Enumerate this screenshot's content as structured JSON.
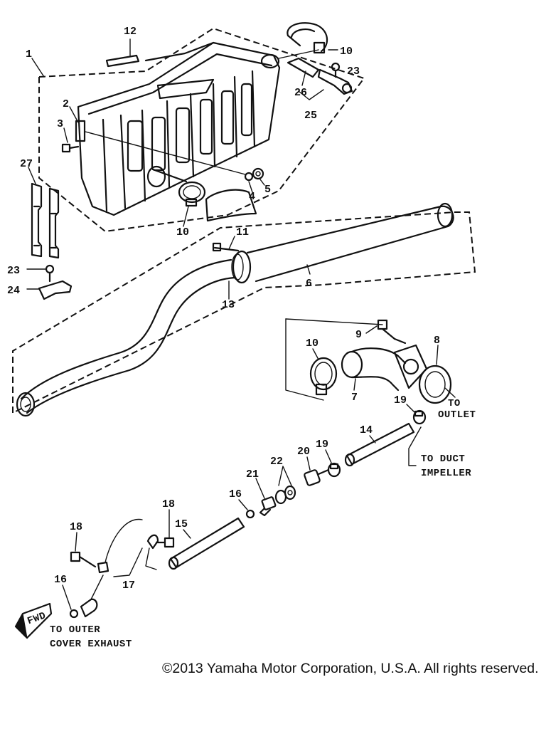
{
  "callouts": {
    "c1": "1",
    "c2": "2",
    "c3": "3",
    "c4": "4",
    "c5": "5",
    "c6": "6",
    "c7": "7",
    "c8": "8",
    "c9": "9",
    "c10a": "10",
    "c10b": "10",
    "c10c": "10",
    "c11": "11",
    "c12": "12",
    "c13": "13",
    "c14": "14",
    "c15": "15",
    "c16a": "16",
    "c16b": "16",
    "c17": "17",
    "c18a": "18",
    "c18b": "18",
    "c19a": "19",
    "c19b": "19",
    "c20": "20",
    "c21": "21",
    "c22": "22",
    "c23a": "23",
    "c23b": "23",
    "c24": "24",
    "c25": "25",
    "c26": "26",
    "c27": "27"
  },
  "notes": {
    "to_outlet_line1": "TO",
    "to_outlet_line2": "OUTLET",
    "to_duct_line1": "TO DUCT",
    "to_duct_line2": "IMPELLER",
    "to_outer_line1": "TO OUTER",
    "to_outer_line2": "COVER EXHAUST",
    "fwd": "FWD"
  },
  "copyright": "©2013 Yamaha Motor Corporation, U.S.A. All rights reserved."
}
